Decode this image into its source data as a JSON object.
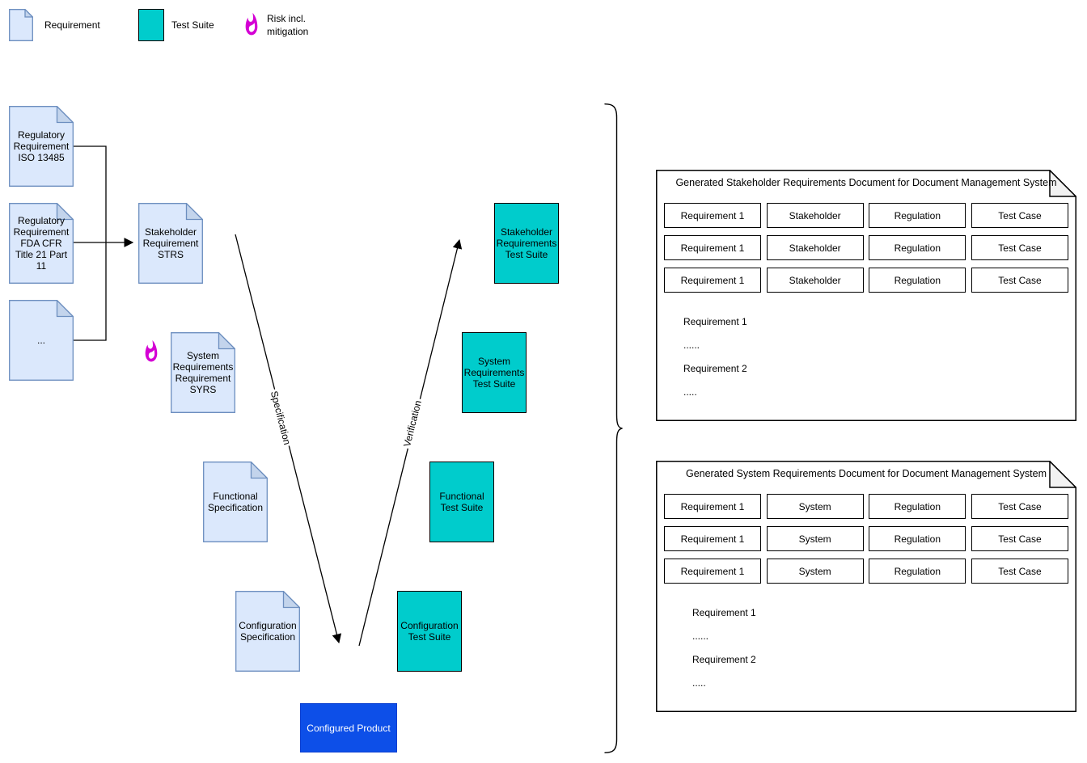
{
  "legend": {
    "requirement_label": "Requirement",
    "test_suite_label": "Test Suite",
    "risk_label_line1": "Risk incl.",
    "risk_label_line2": "mitigation"
  },
  "colors": {
    "requirement_fill": "#dbe8fc",
    "requirement_stroke": "#6c8ebf",
    "requirement_fold": "#c3d4ec",
    "test_suite_fill": "#00cccc",
    "product_fill": "#0d4fe8",
    "product_text": "#ffffff",
    "risk_flame": "#d400d4",
    "panel_fill": "#ffffff",
    "panel_fold": "#f2f2f2",
    "line_color": "#000000"
  },
  "diagram": {
    "documents": {
      "reg_iso": "Regulatory Requirement ISO 13485",
      "reg_fda": "Regulatory Requirement FDA CFR Title 21 Part 11",
      "reg_more": "...",
      "strs": "Stakeholder Requirement STRS",
      "syrs": "System Requirements Requirement SYRS",
      "functional_spec": "Functional Specification",
      "config_spec": "Configuration Specification"
    },
    "test_suites": {
      "stakeholder": "Stakeholder Requirements Test Suite",
      "system": "System Requirements Test Suite",
      "functional": "Functional Test Suite",
      "configuration": "Configuration Test Suite"
    },
    "product_label": "Configured Product",
    "edge_labels": {
      "specification": "Specification",
      "verification": "Verification"
    }
  },
  "panels": [
    {
      "title": "Generated Stakeholder Requirements Document for Document Management System",
      "rows": [
        [
          "Requirement 1",
          "Stakeholder",
          "Regulation",
          "Test Case"
        ],
        [
          "Requirement 1",
          "Stakeholder",
          "Regulation",
          "Test Case"
        ],
        [
          "Requirement 1",
          "Stakeholder",
          "Regulation",
          "Test Case"
        ]
      ],
      "body": [
        "Requirement 1",
        "......",
        "Requirement 2",
        "....."
      ]
    },
    {
      "title": "Generated System Requirements Document for Document Management System",
      "rows": [
        [
          "Requirement 1",
          "System",
          "Regulation",
          "Test Case"
        ],
        [
          "Requirement 1",
          "System",
          "Regulation",
          "Test Case"
        ],
        [
          "Requirement 1",
          "System",
          "Regulation",
          "Test Case"
        ]
      ],
      "body": [
        "Requirement 1",
        "......",
        "Requirement 2",
        "....."
      ]
    }
  ]
}
